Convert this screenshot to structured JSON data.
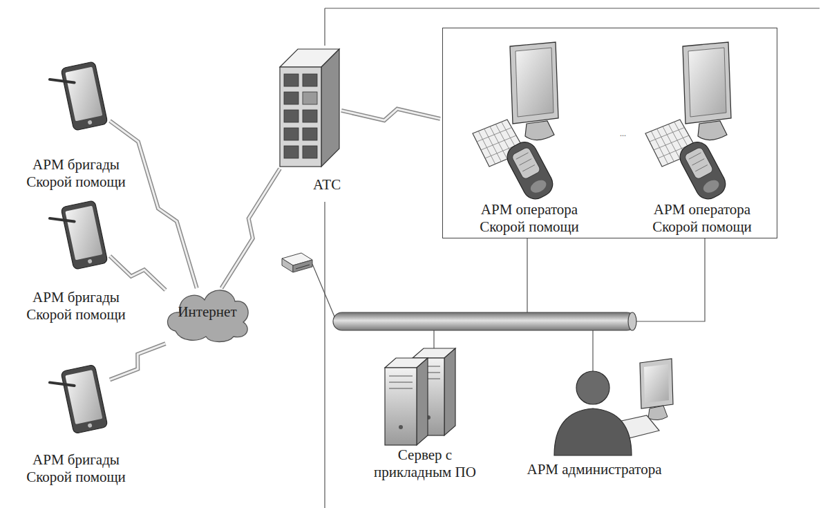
{
  "diagram": {
    "nodes": [
      {
        "text": [
          "АРМ бригады Скорой помощи"
        ]
      },
      {
        "text": [
          "АРМ бригады Скорой помощи"
        ]
      },
      {
        "text": [
          "АРМ бригады Скорой помощи"
        ]
      },
      {
        "text": [
          "Интернет"
        ]
      },
      {
        "text": [
          "АТС"
        ]
      },
      {
        "text": []
      },
      {
        "text": [
          "АРМ оператора Скорой помощи"
        ],
        "in": 5
      },
      {
        "text": [
          "АРМ оператора Скорой помощи"
        ],
        "in": 5
      },
      {
        "text": [
          "Сервер с прикладным ПО"
        ]
      },
      {
        "text": [
          "АРМ администратора"
        ]
      }
    ],
    "edges": [
      {
        "from": 0,
        "to": 3,
        "arrow": "none"
      },
      {
        "from": 1,
        "to": 3,
        "arrow": "none"
      },
      {
        "from": 2,
        "to": 3,
        "arrow": "none"
      },
      {
        "from": 3,
        "to": 4,
        "arrow": "none"
      },
      {
        "from": 4,
        "to": 5,
        "arrow": "none"
      }
    ],
    "labels": [
      "..."
    ]
  }
}
